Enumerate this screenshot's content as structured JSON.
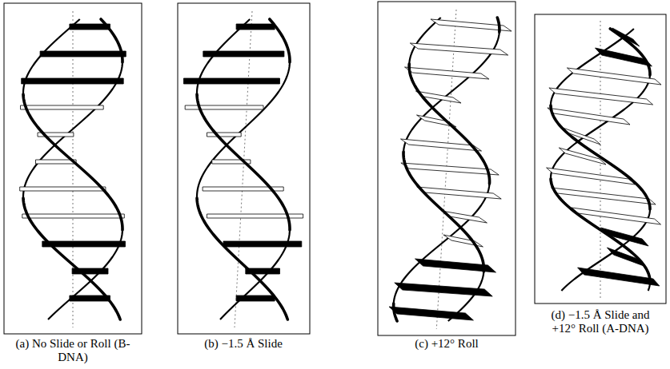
{
  "diagram": {
    "labels": [
      "(a) No Slide or Roll (B-DNA)",
      "(b) −1.5 Å Slide",
      "(c) +12° Roll",
      "(d) −1.5 Å Slide and +12° Roll (A-DNA)"
    ]
  }
}
